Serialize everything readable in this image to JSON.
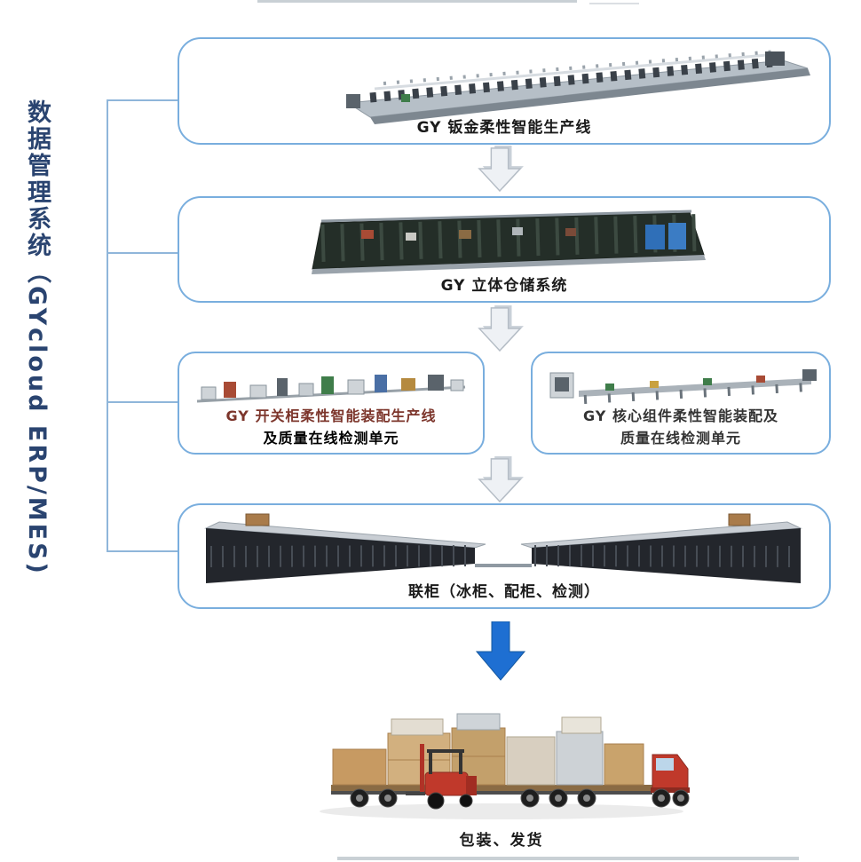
{
  "sidebar": {
    "title": "数据管理系统（GYcloud ERP/MES)"
  },
  "boxes": {
    "sheet_metal_line": {
      "caption": "GY 钣金柔性智能生产线"
    },
    "warehouse": {
      "caption": "GY 立体仓储系统"
    },
    "switchgear_assembly": {
      "caption_line1": "GY 开关柜柔性智能装配生产线",
      "caption_line2": "及质量在线检测单元"
    },
    "core_component_assembly": {
      "caption_line1": "GY 核心组件柔性智能装配及",
      "caption_line2": "质量在线检测单元"
    },
    "combined_cabinet": {
      "caption": "联柜（冰柜、配柜、检测）"
    },
    "packing_shipping": {
      "caption": "包装、发货"
    }
  },
  "icons": {
    "flow_arrow": "down-block-arrow-3d",
    "final_arrow": "down-block-arrow-solid"
  },
  "colors": {
    "box_border": "#79aede",
    "title_text": "#2a4470",
    "caption_text": "#1b1b1b",
    "switchgear_caption_red": "#7c352b",
    "flow_arrow_gray": "#eef1f5",
    "final_arrow_blue": "#1e6fd2"
  }
}
